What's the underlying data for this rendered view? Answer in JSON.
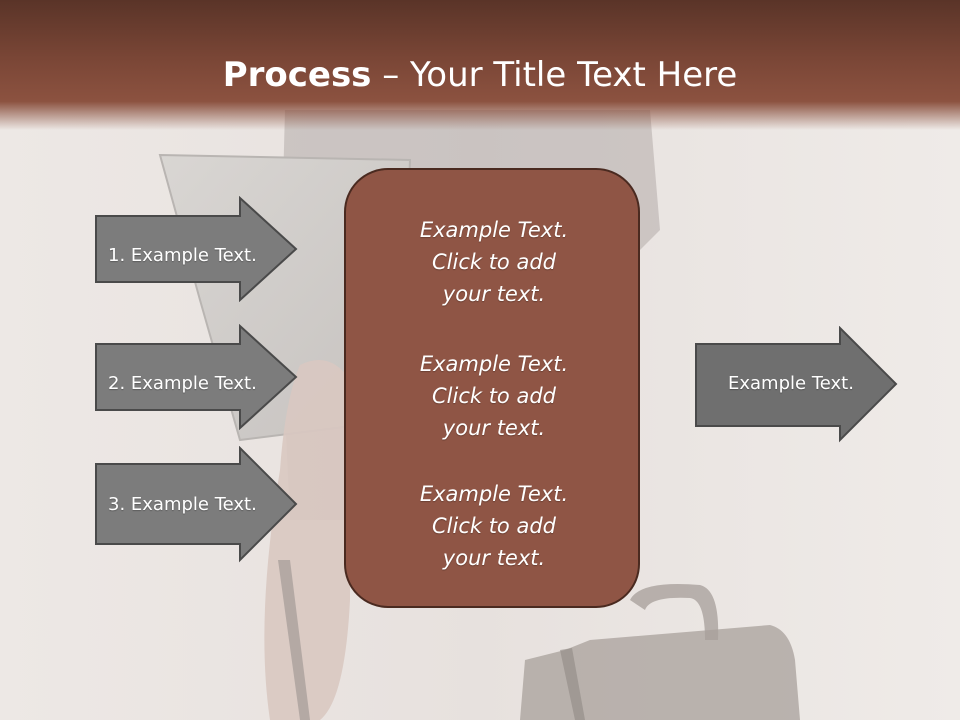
{
  "slide": {
    "title_bold": "Process",
    "title_rest": " – Your Title Text Here",
    "left_arrows": [
      {
        "label": "1. Example Text."
      },
      {
        "label": "2. Example Text."
      },
      {
        "label": "3. Example Text."
      }
    ],
    "center_box": {
      "blocks": [
        {
          "line1": "Example Text.",
          "line2": "Click  to add",
          "line3": "your text."
        },
        {
          "line1": "Example Text.",
          "line2": "Click  to add",
          "line3": "your text."
        },
        {
          "line1": "Example Text.",
          "line2": "Click  to add",
          "line3": "your text."
        }
      ]
    },
    "right_arrow": {
      "label": "Example Text."
    }
  },
  "colors": {
    "title_band": "#8c5240",
    "center_box_fill": "#8f5545",
    "arrow_fill": "#7a7a7a",
    "text": "#ffffff"
  }
}
